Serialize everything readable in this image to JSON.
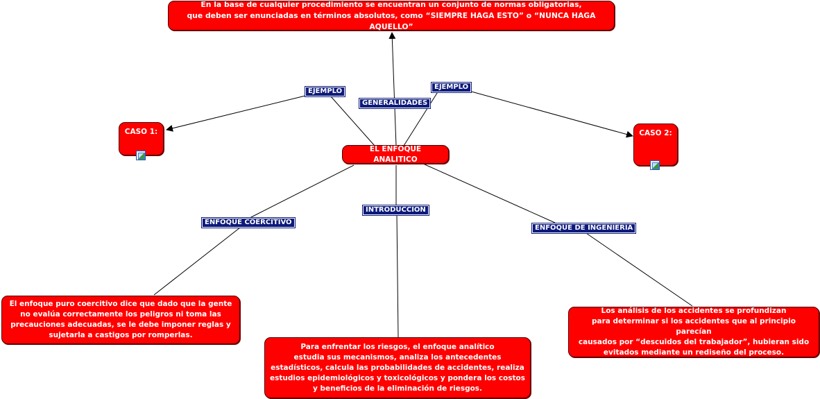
{
  "nodes": {
    "top": "En la base de cualquier procedimiento se encuentran un conjunto de normas obligatorias,\nque deben ser enunciadas en términos absolutos, como “SIEMPRE HAGA ESTO” o “NUNCA HAGA AQUELLO”",
    "center": "EL ENFOQUE ANALITICO",
    "caso1": "CASO 1:",
    "caso2": "CASO 2:",
    "coercitivo": "El enfoque puro coercitivo dice que dado que la gente\nno evalúa correctamente  los peligros ni toma las\nprecauciones adecuadas, se le debe imponer reglas y\nsujetarla a castigos por romperlas.",
    "introduccion": "Para enfrentar los riesgos, el enfoque analítico\nestudia sus mecanismos, analiza los antecedentes\nestadísticos, calcula las probabilidades de accidentes, realiza\nestudios epidemiológicos y toxicológicos y pondera los costos\ny beneficios de la eliminación de riesgos.",
    "ingenieria": "Los análisis de los accidentes se profundizan\npara determinar si los accidentes que al principio parecían\ncausados por “descuidos del trabajador”, hubieran sido\nevitados mediante un rediseño del proceso."
  },
  "labels": {
    "ejemplo_left": "EJEMPLO",
    "generalidades": "GENERALIDADES",
    "ejemplo_right": "EJEMPLO",
    "enfoque_coercitivo": "ENFOQUE COERCITIVO",
    "introduccion": "INTRODUCCION",
    "enfoque_ingenieria": "ENFOQUE DE INGENIERIA"
  },
  "colors": {
    "node_fill": "#ff0000",
    "node_text": "#ffffff",
    "label_fill": "#0d1a7a",
    "connector": "#000000"
  }
}
